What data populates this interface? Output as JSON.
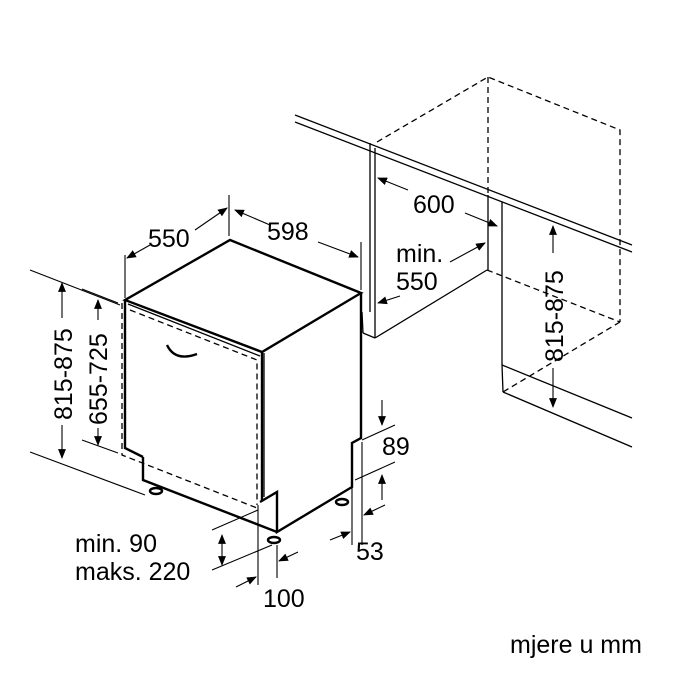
{
  "labels": {
    "depth": "550",
    "width": "598",
    "niche_width": "600",
    "niche_depth_min": "min.",
    "niche_depth_value": "550",
    "niche_height": "815-875",
    "appliance_height": "815-875",
    "door_height": "655-725",
    "plinth_89": "89",
    "plinth_53": "53",
    "plinth_min": "min. 90",
    "plinth_max": "maks. 220",
    "plinth_100": "100",
    "units_note": "mjere u mm"
  }
}
